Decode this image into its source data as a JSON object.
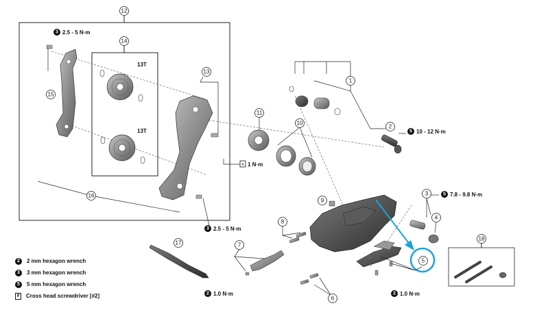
{
  "parts": {
    "p1": "1",
    "p2": "2",
    "p3": "3",
    "p4": "4",
    "p5": "5",
    "p6": "6",
    "p7": "7",
    "p8": "8",
    "p9": "9",
    "p10": "10",
    "p11": "11",
    "p12": "12",
    "p13": "13",
    "p14": "14",
    "p15": "15",
    "p16": "16",
    "p17": "17",
    "p18": "18"
  },
  "sprocket_labels": {
    "upper": "13T",
    "lower": "13T"
  },
  "torques": {
    "top_left": "2.5 - 5 N·m",
    "mid_bolt": "2.5 - 5 N·m",
    "screwdriver_torque": "1 N·m",
    "bolt_2": "10 - 12 N·m",
    "bolt_3": "7.8 - 9.8 N·m",
    "part_7": "1.0 N·m",
    "part_5": "1.0 N·m"
  },
  "badge_values": {
    "b3": "3",
    "b5": "5",
    "b2": "2"
  },
  "legend": [
    {
      "badge": "2",
      "text": "2 mm hexagon wrench"
    },
    {
      "badge": "3",
      "text": "3 mm hexagon wrench"
    },
    {
      "badge": "5",
      "text": "5 mm hexagon wrench"
    },
    {
      "badge": "screw",
      "text": "Cross head screwdriver [#2]"
    }
  ],
  "colors": {
    "highlight": "#1aa3dd",
    "part_gray": "#8a8a8a",
    "dark_gray": "#4a4a4a"
  }
}
